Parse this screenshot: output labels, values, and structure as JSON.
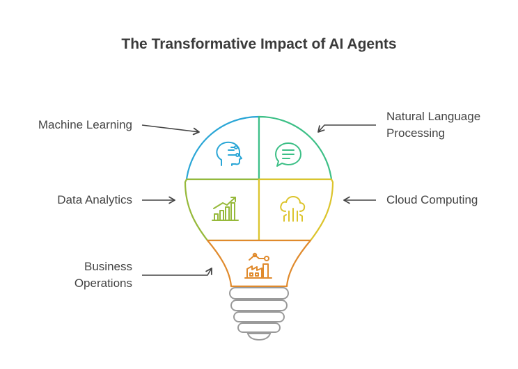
{
  "title": "The Transformative Impact of AI Agents",
  "segments": [
    {
      "id": "machine-learning",
      "lines": [
        "Machine Learning"
      ],
      "color": "#2aa6d6",
      "icon": "brain-circuit-icon"
    },
    {
      "id": "nlp",
      "lines": [
        "Natural Language",
        "Processing"
      ],
      "color": "#3cbf86",
      "icon": "chat-bubble-icon"
    },
    {
      "id": "data-analytics",
      "lines": [
        "Data Analytics"
      ],
      "color": "#96b93a",
      "icon": "growth-chart-icon"
    },
    {
      "id": "cloud-computing",
      "lines": [
        "Cloud Computing"
      ],
      "color": "#dcc42c",
      "icon": "cloud-network-icon"
    },
    {
      "id": "business-operations",
      "lines": [
        "Business",
        "Operations"
      ],
      "color": "#e08a2c",
      "icon": "factory-icon"
    }
  ],
  "colors": {
    "title": "#3a3a3a",
    "label": "#444444",
    "arrow": "#444444",
    "base": "#9a9a9a"
  }
}
